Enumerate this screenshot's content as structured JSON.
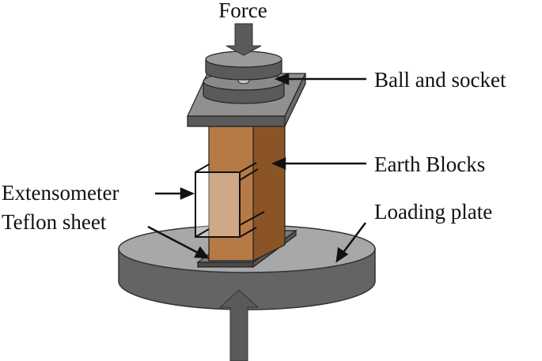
{
  "labels": {
    "force": "Force",
    "ball_and_socket": "Ball and socket",
    "earth_blocks": "Earth Blocks",
    "extensometer": "Extensometer",
    "teflon_sheet": "Teflon sheet",
    "loading_plate": "Loading plate"
  },
  "colors": {
    "plate_top": "#a8a8a8",
    "plate_side": "#646464",
    "block_front": "#b57a45",
    "block_side": "#8a5427",
    "steel_dark": "#505050",
    "arrow": "#5a5a5a"
  }
}
